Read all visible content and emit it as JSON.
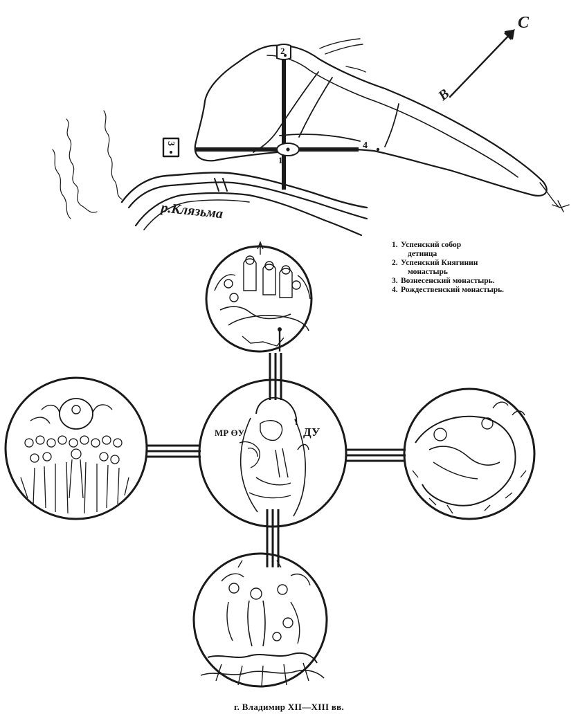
{
  "map": {
    "river_label": "р.Клязьма",
    "compass_north": "С",
    "compass_east": "В",
    "site_markers": [
      "1",
      "2",
      "3",
      "4"
    ]
  },
  "legend": {
    "items": [
      {
        "number": "1.",
        "line1": "Успенский собор",
        "line2": "детинца"
      },
      {
        "number": "2.",
        "line1": "Успенский Княгинин",
        "line2": "монастырь"
      },
      {
        "number": "3.",
        "line1": "Вознесенский монастырь.",
        "line2": ""
      },
      {
        "number": "4.",
        "line1": "Рождественский монастырь.",
        "line2": ""
      }
    ]
  },
  "icons": {
    "center_left_inscription": "МР ӨУ",
    "center_right_inscription": "ДУ"
  },
  "caption": "г. Владимир XII—XIII вв.",
  "colors": {
    "ink": "#1a1a1a",
    "paper": "#ffffff"
  }
}
